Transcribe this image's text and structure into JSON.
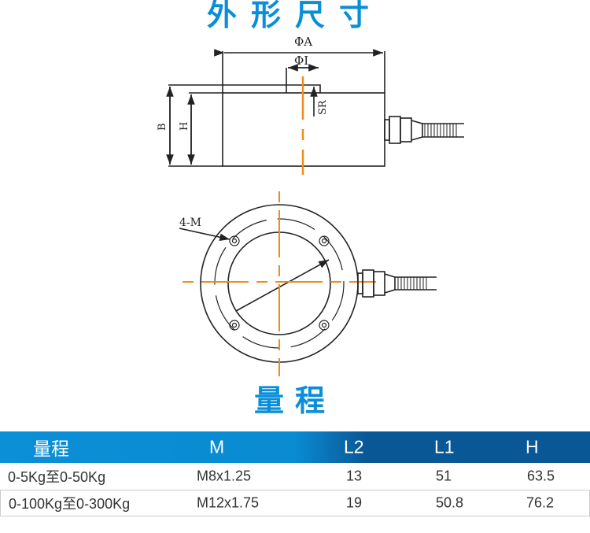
{
  "titles": {
    "dimensions": "外形尺寸",
    "range": "量程"
  },
  "labels": {
    "phiA": "ΦA",
    "phiI": "ΦI",
    "sr": "SR",
    "b": "B",
    "h": "H",
    "m4": "4-M"
  },
  "colors": {
    "accent": "#0a8ed8",
    "center_line": "#f08a1c"
  },
  "table": {
    "headers": [
      "量程",
      "M",
      "L2",
      "L1",
      "H"
    ],
    "rows": [
      [
        "0-5Kg至0-50Kg",
        "M8x1.25",
        "13",
        "51",
        "63.5"
      ],
      [
        "0-100Kg至0-300Kg",
        "M12x1.75",
        "19",
        "50.8",
        "76.2"
      ]
    ]
  }
}
